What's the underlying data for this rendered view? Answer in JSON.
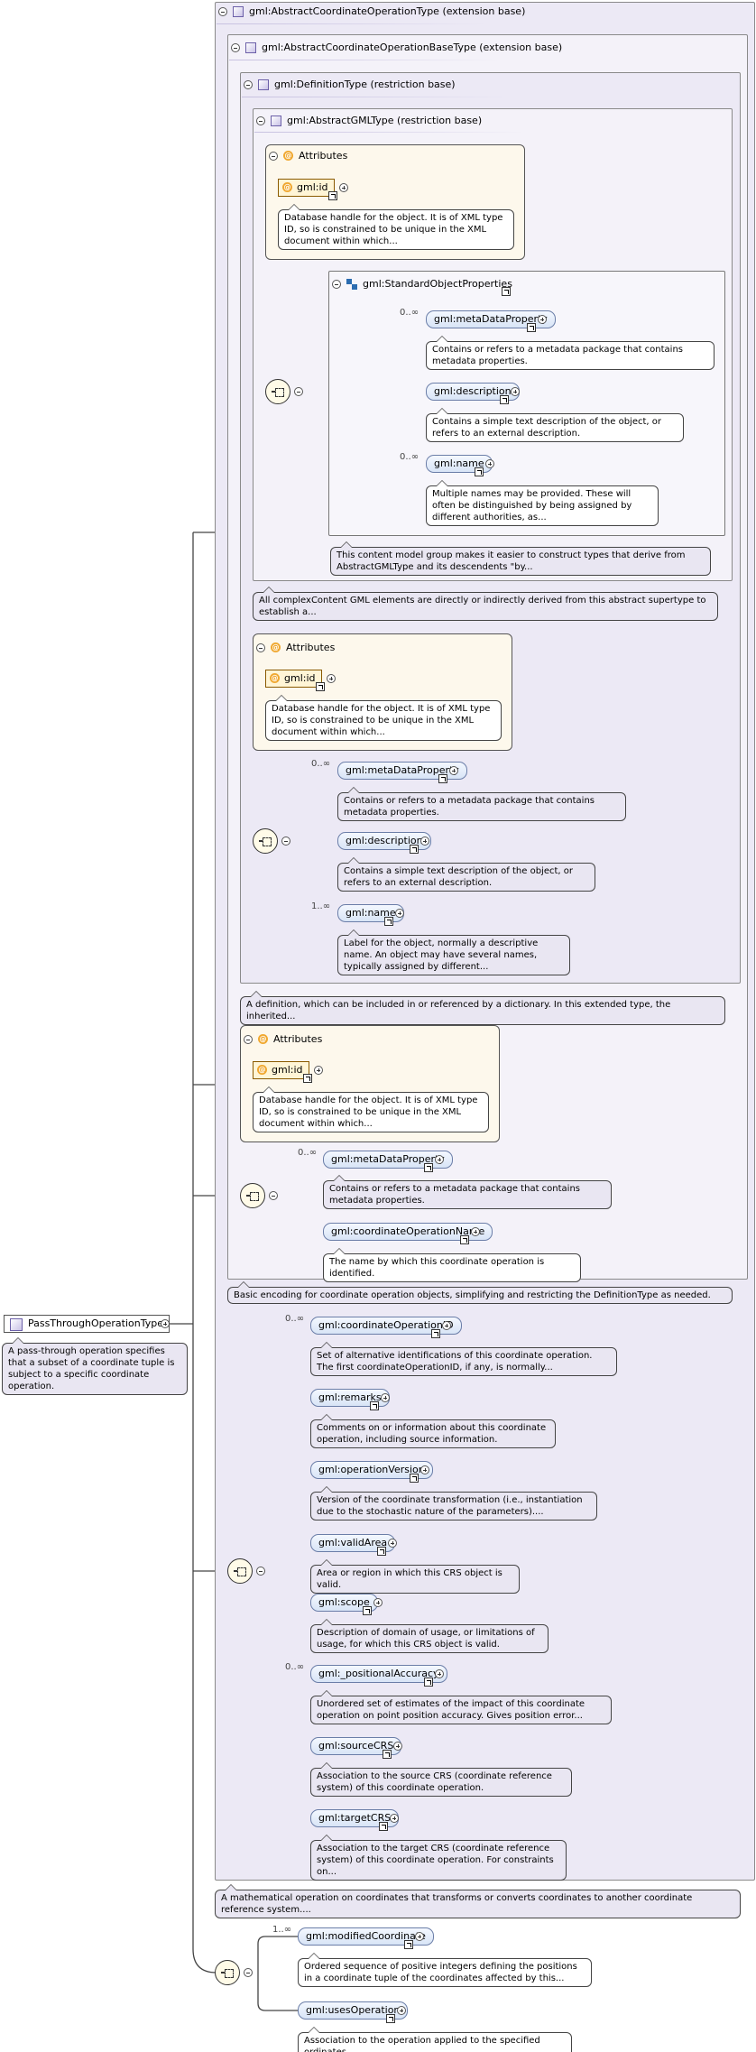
{
  "root": {
    "name": "PassThroughOperationType",
    "doc": "A pass-through operation specifies that a subset of a coordinate tuple is subject to a specific coordinate operation."
  },
  "levels": {
    "l1": {
      "title": "gml:AbstractCoordinateOperationType (extension base)",
      "doc": "A mathematical operation on coordinates that transforms or converts coordinates to another coordinate reference system...."
    },
    "l2": {
      "title": "gml:AbstractCoordinateOperationBaseType (extension base)",
      "doc": "Basic encoding for coordinate operation objects, simplifying and restricting the DefinitionType as needed."
    },
    "l3": {
      "title": "gml:DefinitionType (restriction base)",
      "doc": "A definition, which can be included in or referenced by a dictionary. In this extended type, the inherited..."
    },
    "l4": {
      "title": "gml:AbstractGMLType (restriction base)",
      "doc": "All complexContent GML elements are directly or indirectly derived from this abstract supertype to establish a..."
    }
  },
  "attributes": {
    "title": "Attributes",
    "id": "gml:id",
    "id_doc": "Database handle for the object. It is of XML type ID, so is constrained to be unique in the XML document within which..."
  },
  "sop": {
    "title": "gml:StandardObjectProperties",
    "doc": "This content model group makes it easier to construct types that derive from AbstractGMLType and its descendents \"by...",
    "items": [
      {
        "name": "gml:metaDataProperty",
        "card": "0..∞",
        "doc": "Contains or refers to a metadata package that contains metadata properties."
      },
      {
        "name": "gml:description",
        "card": "",
        "doc": "Contains a simple text description of the object, or refers to an external description."
      },
      {
        "name": "gml:name",
        "card": "0..∞",
        "doc": "Multiple names may be provided. These will often be distinguished by being assigned by different authorities, as..."
      }
    ]
  },
  "deftype_seq": [
    {
      "name": "gml:metaDataProperty",
      "card": "0..∞",
      "doc": "Contains or refers to a metadata package that contains metadata properties."
    },
    {
      "name": "gml:description",
      "card": "",
      "doc": "Contains a simple text description of the object, or refers to an external description."
    },
    {
      "name": "gml:name",
      "card": "1..∞",
      "doc": "Label for the object, normally a descriptive name. An object may have several names, typically assigned by different..."
    }
  ],
  "base_seq": [
    {
      "name": "gml:metaDataProperty",
      "card": "0..∞",
      "doc": "Contains or refers to a metadata package that contains metadata properties."
    },
    {
      "name": "gml:coordinateOperationName",
      "card": "",
      "doc": "The name by which this coordinate operation is identified."
    }
  ],
  "op_seq": [
    {
      "name": "gml:coordinateOperationID",
      "card": "0..∞",
      "doc": "Set of alternative identifications of this coordinate operation. The first coordinateOperationID, if any, is normally..."
    },
    {
      "name": "gml:remarks",
      "card": "",
      "doc": "Comments on or information about this coordinate operation, including source information."
    },
    {
      "name": "gml:operationVersion",
      "card": "",
      "doc": "Version of the coordinate transformation (i.e., instantiation due to the stochastic nature of the parameters)...."
    },
    {
      "name": "gml:validArea",
      "card": "",
      "doc": "Area or region in which this CRS object is valid."
    },
    {
      "name": "gml:scope",
      "card": "",
      "doc": "Description of domain of usage, or limitations of usage, for which this CRS object is valid."
    },
    {
      "name": "gml:_positionalAccuracy",
      "card": "0..∞",
      "doc": "Unordered set of estimates of the impact of this coordinate operation on point position accuracy. Gives position error..."
    },
    {
      "name": "gml:sourceCRS",
      "card": "",
      "doc": "Association to the source CRS (coordinate reference system) of this coordinate operation."
    },
    {
      "name": "gml:targetCRS",
      "card": "",
      "doc": "Association to the target CRS (coordinate reference system) of this coordinate operation. For constraints on..."
    }
  ],
  "pass_seq": [
    {
      "name": "gml:modifiedCoordinate",
      "card": "1..∞",
      "doc": "Ordered sequence of positive integers defining the positions in a coordinate tuple of the coordinates affected by this..."
    },
    {
      "name": "gml:usesOperation",
      "card": "",
      "doc": "Association to the operation applied to the specified ordinates."
    }
  ]
}
